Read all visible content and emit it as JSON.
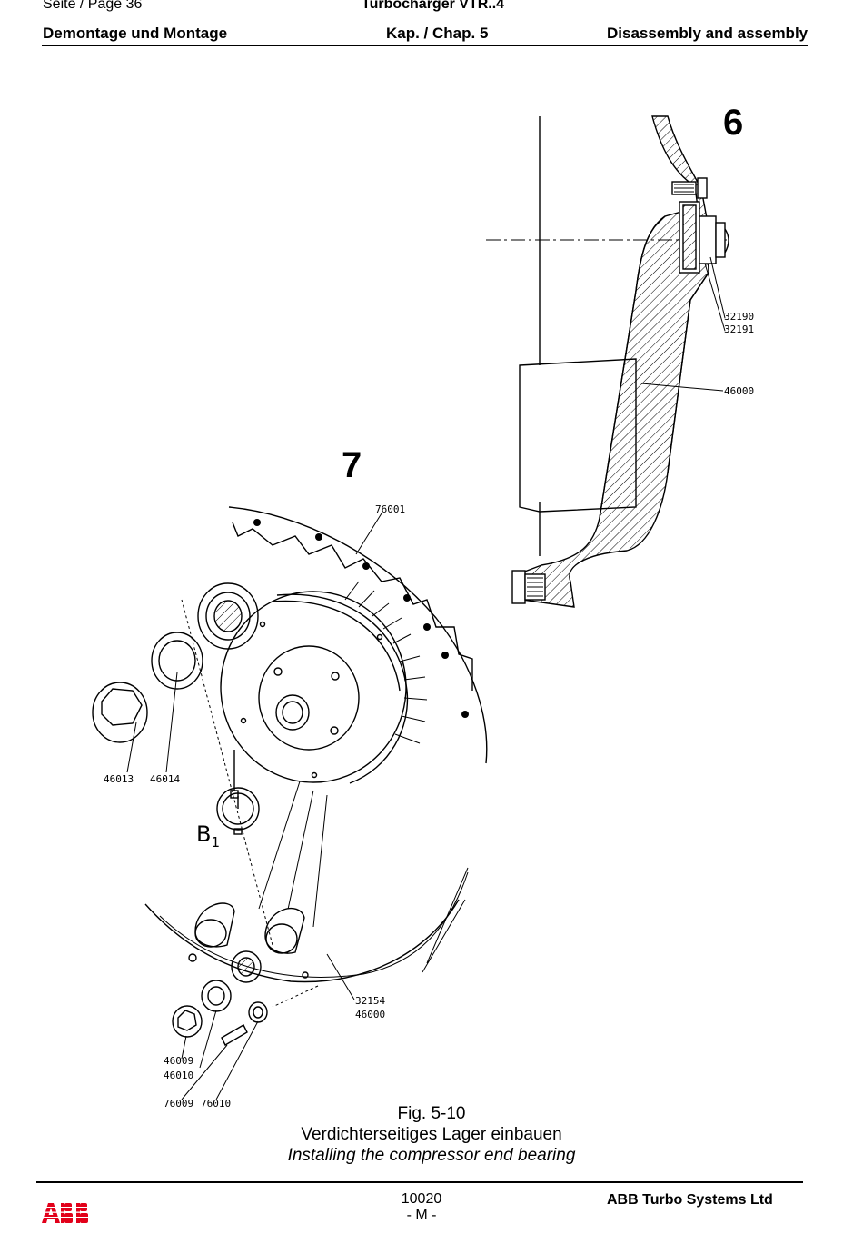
{
  "header": {
    "page_label": "Seite / Page  36",
    "product": "Turbocharger VTR..4",
    "section_de": "Demontage und Montage",
    "chapter": "Kap. / Chap. 5",
    "section_en": "Disassembly and assembly"
  },
  "figure": {
    "view6": {
      "number": "6",
      "labels": [
        "32190",
        "32191",
        "46000"
      ]
    },
    "view7": {
      "number": "7",
      "labels": [
        "76001",
        "46013",
        "46014",
        "32154",
        "46000",
        "46009",
        "46010",
        "76009",
        "76010"
      ],
      "gauge_label": "B",
      "gauge_sub": "1"
    }
  },
  "caption": {
    "number": "Fig. 5-10",
    "title_de": "Verdichterseitiges Lager einbauen",
    "title_en": "Installing the compressor end bearing"
  },
  "footer": {
    "logo": "ABB",
    "doc_number": "10020",
    "revision": "- M -",
    "company": "ABB Turbo Systems Ltd",
    "brand_color": "#e2001a"
  }
}
